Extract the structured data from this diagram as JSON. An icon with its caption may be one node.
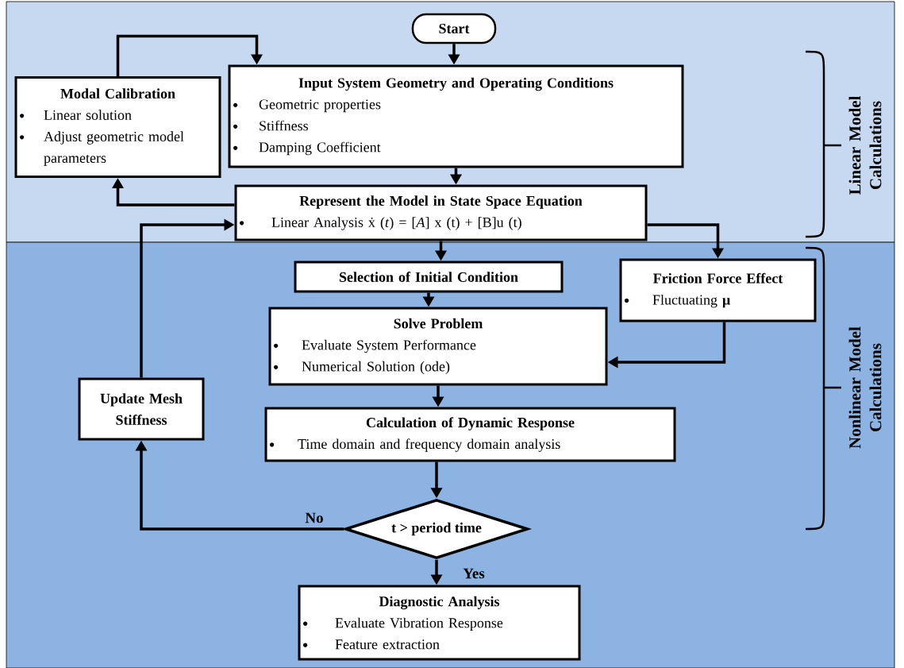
{
  "diagram": {
    "nodes": [
      {
        "text": [
          "Start"
        ]
      },
      {
        "text": [
          "Modal Calibration",
          "Linear solution",
          "Adjust geometric model parameters"
        ]
      },
      {
        "text": [
          "Input System Geometry and Operating Conditions",
          "Geometric properties",
          "Stiffness",
          "Damping Coefficient"
        ]
      },
      {
        "text": [
          "Represent the Model in State Space Equation",
          "Linear Analysis ẋ (*t*) = [*A*] x (t) + [B]u (t)"
        ]
      },
      {
        "text": [
          "Selection of Initial Condition"
        ]
      },
      {
        "text": [
          "Friction Force Effect",
          "Fluctuating **μ**"
        ]
      },
      {
        "text": [
          "Solve Problem",
          "Evaluate System Performance",
          "Numerical Solution (ode)"
        ]
      },
      {
        "text": [
          "Update Mesh Stiffness"
        ]
      },
      {
        "text": [
          "Calculation of Dynamic Response",
          "Time domain and frequency domain analysis"
        ]
      },
      {
        "text": [
          "t > period time"
        ]
      },
      {
        "text": [
          "Diagnostic Analysis",
          "Evaluate Vibration Response",
          "Feature extraction"
        ]
      }
    ],
    "edges": [
      {
        "from": 0,
        "to": 2,
        "arrow": "to"
      },
      {
        "from": 1,
        "to": 2,
        "arrow": "to"
      },
      {
        "from": 2,
        "to": 3,
        "arrow": "to"
      },
      {
        "from": 3,
        "to": 1,
        "arrow": "to"
      },
      {
        "from": 3,
        "to": 4,
        "arrow": "to"
      },
      {
        "from": 3,
        "to": 5,
        "arrow": "to"
      },
      {
        "from": 4,
        "to": 6,
        "arrow": "to"
      },
      {
        "from": 5,
        "to": 6,
        "arrow": "to"
      },
      {
        "from": 6,
        "to": 8,
        "arrow": "to"
      },
      {
        "from": 8,
        "to": 9,
        "arrow": "to"
      },
      {
        "from": 9,
        "to": 7,
        "arrow": "to",
        "label": "No"
      },
      {
        "from": 9,
        "to": 10,
        "arrow": "to",
        "label": "Yes"
      },
      {
        "from": 7,
        "to": 3,
        "arrow": "to"
      }
    ],
    "labels": [
      "Linear Model Calculations",
      "Nonlinear Model Calculations"
    ]
  }
}
